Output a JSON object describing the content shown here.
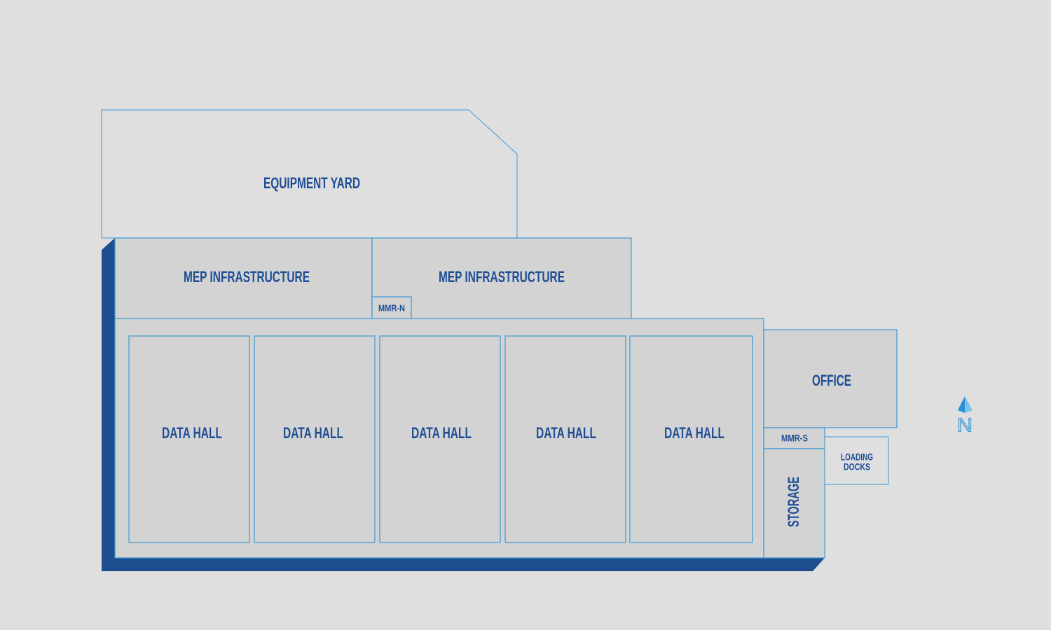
{
  "colors": {
    "background": "#dfdfdf",
    "room_fill": "#d3d3d3",
    "outline": "#3d9ad6",
    "label": "#1f4e96",
    "building_shadow": "#1e4e8f",
    "north_arrow": "#2b8fd4"
  },
  "areas": {
    "equipment_yard": "EQUIPMENT YARD",
    "mep_west": "MEP INFRASTRUCTURE",
    "mep_east": "MEP INFRASTRUCTURE",
    "mmr_north": "MMR-N",
    "data_halls": [
      "DATA HALL",
      "DATA HALL",
      "DATA HALL",
      "DATA HALL",
      "DATA HALL"
    ],
    "office": "OFFICE",
    "mmr_south": "MMR-S",
    "storage": "STORAGE",
    "loading_docks": [
      "LOADING",
      "DOCKS"
    ]
  },
  "compass": {
    "label": "N",
    "icon": "north-arrow-icon"
  }
}
